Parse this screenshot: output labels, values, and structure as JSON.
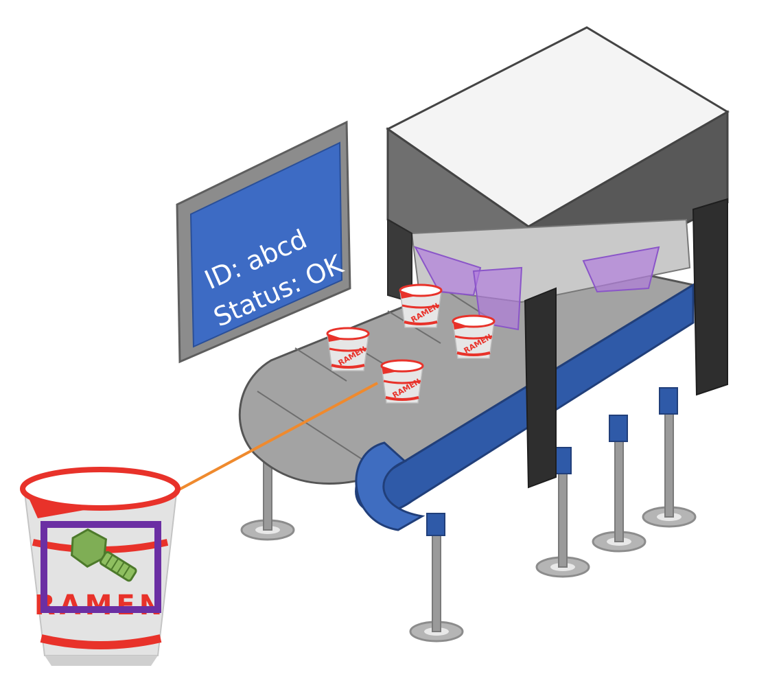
{
  "display": {
    "line1": "ID: abcd",
    "line2": "Status: OK"
  },
  "cup_label": "RAMEN",
  "icons": {
    "defect": "bolt-icon",
    "detection": "bounding-box"
  },
  "colors": {
    "belt_blue": "#2f5aa8",
    "screen_blue": "#3d6bc4",
    "cup_red": "#e8322a",
    "detection_box": "#6b2fa3",
    "callout_line": "#ef8a2e",
    "bolt_green": "#7fae55",
    "scanner_top": "#f4f4f4",
    "scanner_side": "#6f6f6f"
  }
}
